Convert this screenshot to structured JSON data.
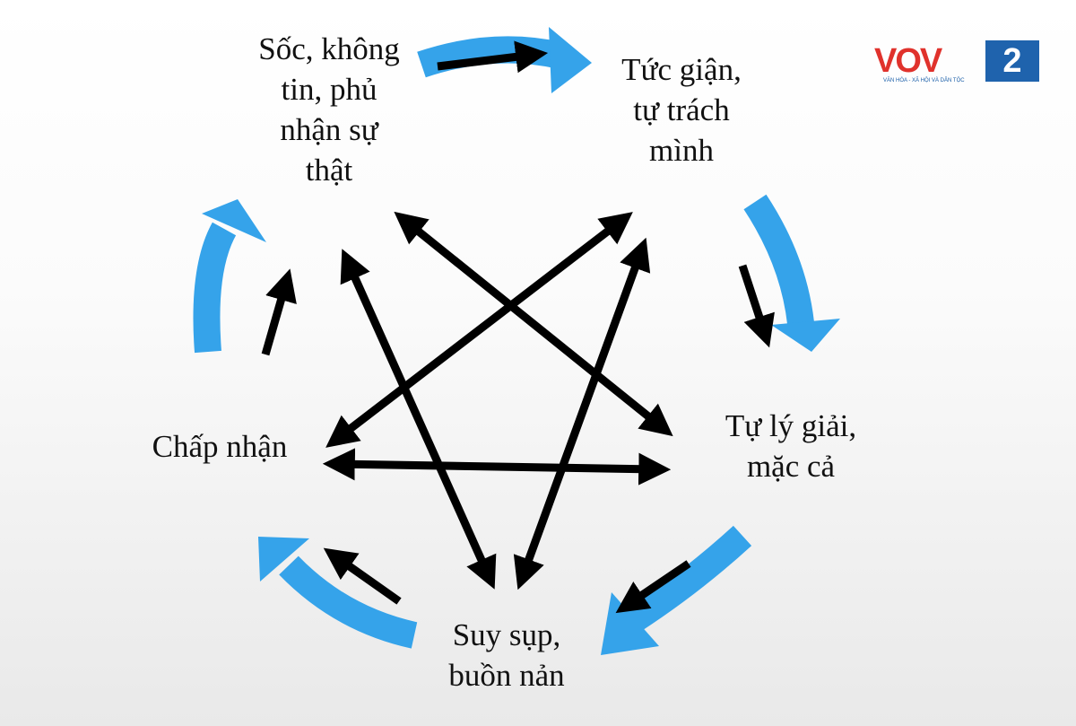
{
  "logo": {
    "brand": "VOV",
    "channel": "2",
    "tagline": "VĂN HÓA - XÃ HỘI VÀ DÂN TỘC"
  },
  "stages": [
    {
      "lines": [
        "Sốc, không",
        "tin, phủ",
        "nhận sự",
        "thật"
      ]
    },
    {
      "lines": [
        "Tức giận,",
        "tự trách",
        "mình"
      ]
    },
    {
      "lines": [
        "Tự lý giải,",
        "mặc cả"
      ]
    },
    {
      "lines": [
        "Suy sụp,",
        "buồn nản"
      ]
    },
    {
      "lines": [
        "Chấp nhận"
      ]
    }
  ],
  "colors": {
    "cycle_arrow": "#35a3ea",
    "link_arrow": "#000000"
  }
}
